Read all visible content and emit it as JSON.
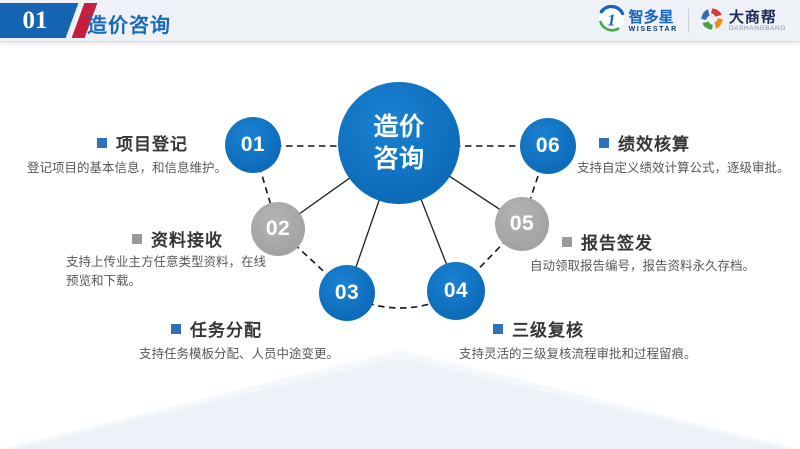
{
  "header": {
    "index": "01",
    "title": "造价咨询",
    "logo_wisestar": {
      "name": "智多星",
      "sub": "WISESTAR"
    },
    "logo_dashangbang": {
      "name": "大商帮",
      "sub": "DASHANGBANG"
    }
  },
  "diagram": {
    "center": {
      "line1": "造价",
      "line2": "咨询"
    },
    "nodes": [
      {
        "num": "01",
        "color": "blue",
        "label": "项目登记",
        "desc": "登记项目的基本信息，和信息维护。"
      },
      {
        "num": "02",
        "color": "gray",
        "label": "资料接收",
        "desc": "支持上传业主方任意类型资料，在线预览和下载。"
      },
      {
        "num": "03",
        "color": "blue",
        "label": "任务分配",
        "desc": "支持任务模板分配、人员中途变更。"
      },
      {
        "num": "04",
        "color": "blue",
        "label": "三级复核",
        "desc": "支持灵活的三级复核流程审批和过程留痕。"
      },
      {
        "num": "05",
        "color": "gray",
        "label": "报告签发",
        "desc": "自动领取报告编号，报告资料永久存档。"
      },
      {
        "num": "06",
        "color": "blue",
        "label": "绩效核算",
        "desc": "支持自定义绩效计算公式，逐级审批。"
      }
    ]
  },
  "colors": {
    "primary_blue": "#0f72c2",
    "node_gray": "#a8a8a8",
    "accent_red": "#c51f3e",
    "title_blue": "#1a69b6",
    "header_bg": "#eef1f6",
    "footer_tri": "#edf2f8"
  }
}
